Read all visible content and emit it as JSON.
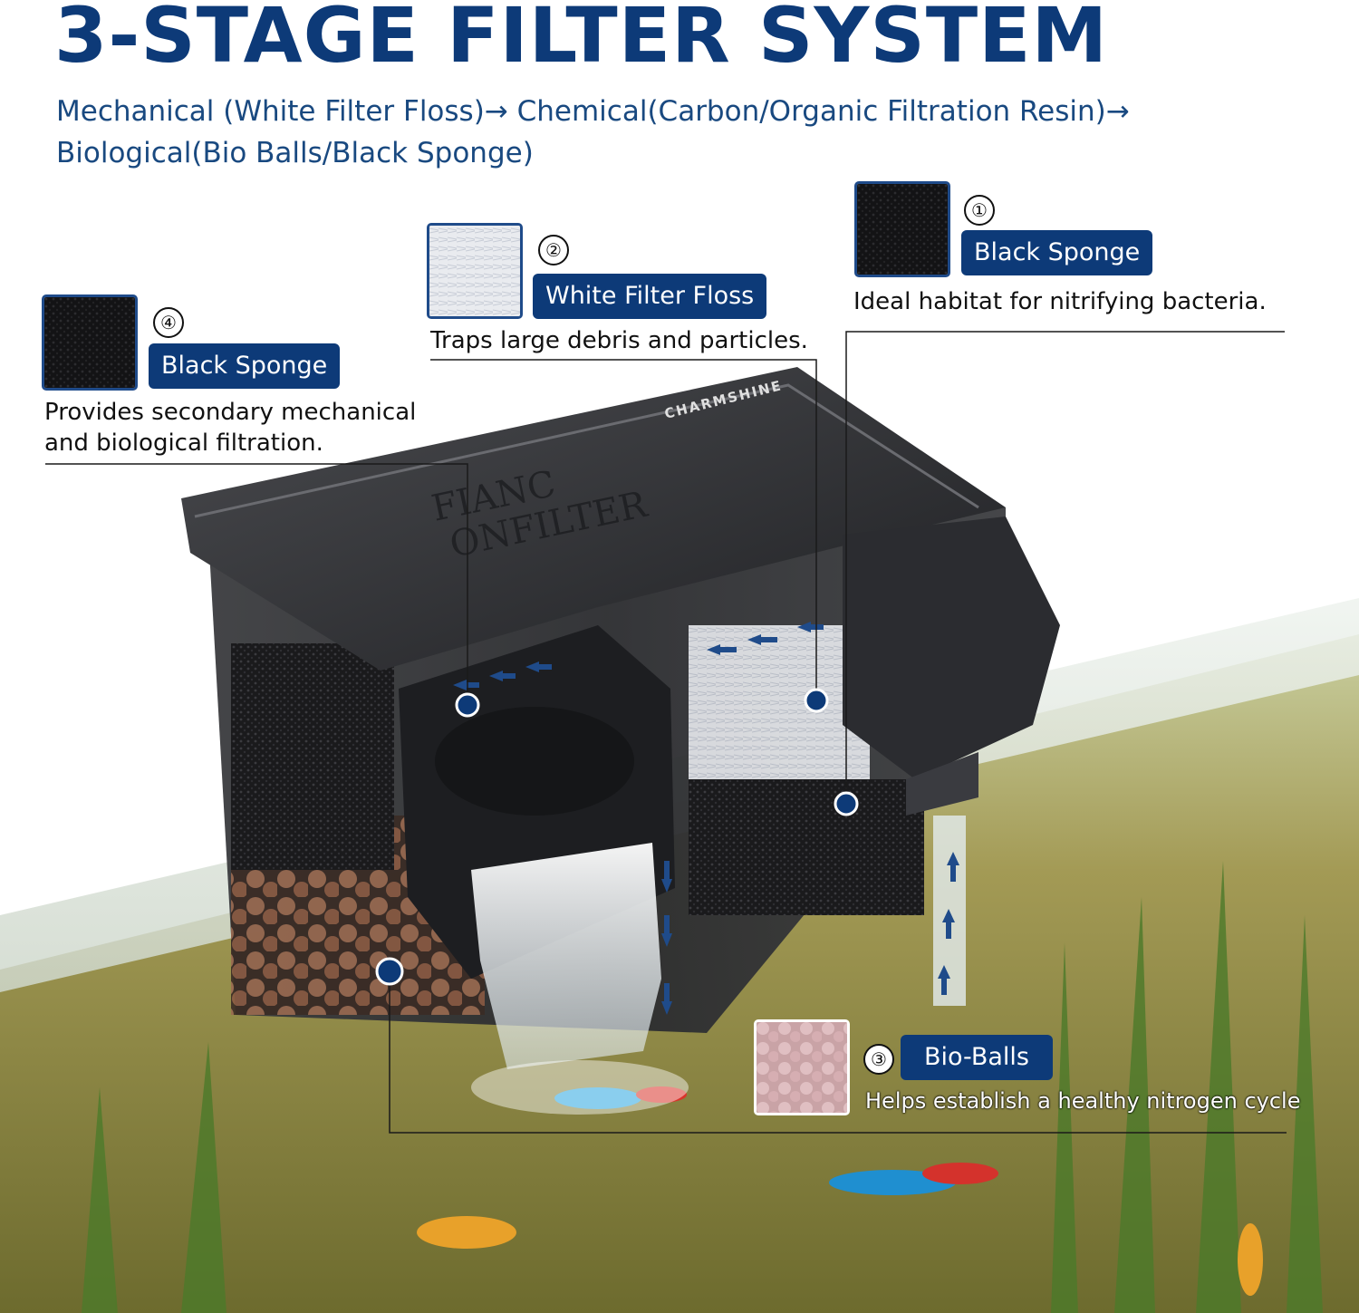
{
  "header": {
    "title": "3-STAGE FILTER SYSTEM",
    "subtitle_line1": "Mechanical (White Filter Floss)→ Chemical(Carbon/Organic Filtration Resin)→",
    "subtitle_line2": "Biological(Bio Balls/Black Sponge)"
  },
  "callouts": [
    {
      "number": "①",
      "label": "Black Sponge",
      "description": "Ideal habitat for nitrifying bacteria.",
      "icon": "black-sponge-icon"
    },
    {
      "number": "②",
      "label": "White Filter Floss",
      "description": "Traps large debris and particles.",
      "icon": "white-floss-icon"
    },
    {
      "number": "③",
      "label": "Bio-Balls",
      "description": "Helps establish a healthy nitrogen cycle",
      "icon": "bio-balls-icon"
    },
    {
      "number": "④",
      "label": "Black Sponge",
      "description_line1": "Provides secondary mechanical",
      "description_line2": "and biological filtration.",
      "icon": "black-sponge-icon"
    }
  ],
  "product": {
    "brand": "CHARMSHINE",
    "lid_line1": "FIANC",
    "lid_line2": "ONFILTER"
  },
  "colors": {
    "accent": "#0d3a78",
    "marker": "#0d3a78"
  }
}
